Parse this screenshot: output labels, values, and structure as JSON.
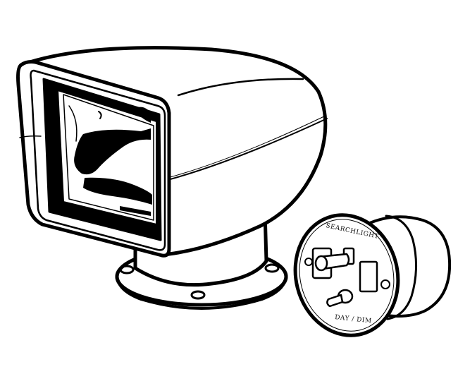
{
  "illustration": {
    "subject": "Remote-controlled marine searchlight with control panel",
    "colors": {
      "line": "#000000",
      "background": "#ffffff"
    },
    "control_panel": {
      "top_label": "SEARCHLIGHT",
      "bottom_label": "DAY / DIM"
    }
  }
}
